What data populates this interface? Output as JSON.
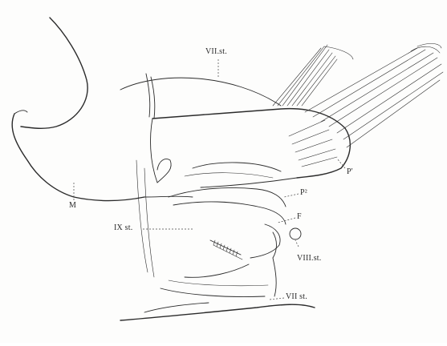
{
  "labels": {
    "vii_st_top": "VII.st.",
    "p1": "P'",
    "p2": "P²",
    "f": "F",
    "ix_st": "IX st.",
    "m": "M",
    "viii_st": "VIII.st.",
    "vii_st_bottom": "VII st."
  }
}
